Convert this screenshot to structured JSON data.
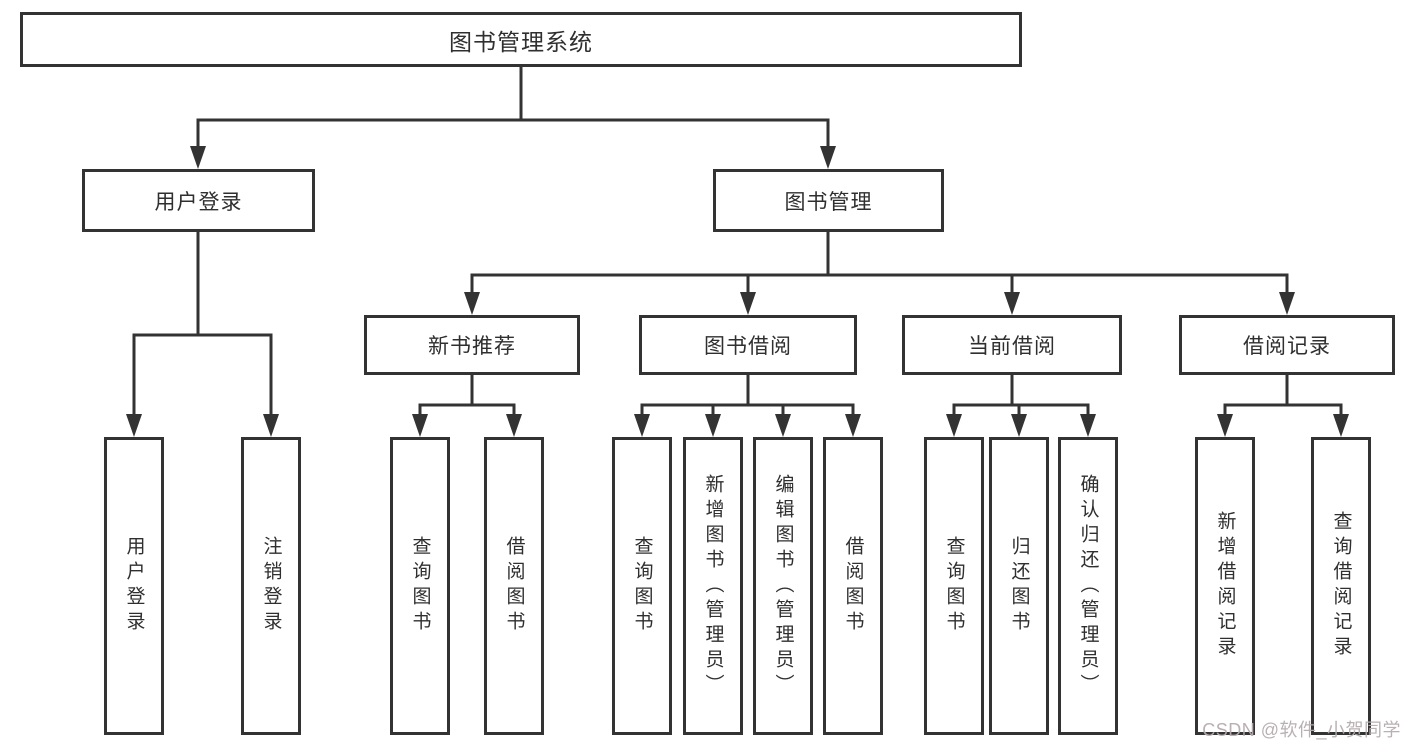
{
  "diagram": {
    "root": {
      "label": "图书管理系统"
    },
    "level2": {
      "user_login": {
        "label": "用户登录"
      },
      "book_mgmt": {
        "label": "图书管理"
      }
    },
    "level3": {
      "new_books": {
        "label": "新书推荐"
      },
      "book_borrow": {
        "label": "图书借阅"
      },
      "current_borrow": {
        "label": "当前借阅"
      },
      "borrow_records": {
        "label": "借阅记录"
      }
    },
    "leaves": {
      "user_login": {
        "label": "用户登录"
      },
      "logout": {
        "label": "注销登录"
      },
      "nb_query_books": {
        "label": "查询图书"
      },
      "nb_borrow_books": {
        "label": "借阅图书"
      },
      "bb_query_books": {
        "label": "查询图书"
      },
      "bb_add_books": {
        "label": "新增图书（管理员）"
      },
      "bb_edit_books": {
        "label": "编辑图书（管理员）"
      },
      "bb_borrow_books": {
        "label": "借阅图书"
      },
      "cb_query_books": {
        "label": "查询图书"
      },
      "cb_return_books": {
        "label": "归还图书"
      },
      "cb_confirm_return": {
        "label": "确认归还（管理员）"
      },
      "br_add_record": {
        "label": "新增借阅记录"
      },
      "br_query_record": {
        "label": "查询借阅记录"
      }
    },
    "watermark": "CSDN @软件_小贺同学",
    "colors": {
      "line": "#333333",
      "text": "#2f2f2f",
      "background": "#ffffff",
      "watermark": "#b6acae"
    }
  }
}
